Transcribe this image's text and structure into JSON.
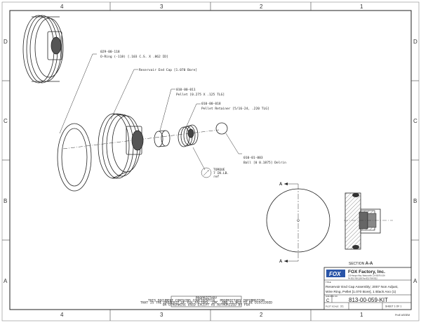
{
  "zones": {
    "columns": [
      "4",
      "3",
      "2",
      "1"
    ],
    "rows": [
      "D",
      "C",
      "B",
      "A"
    ]
  },
  "callouts": [
    {
      "part": "029-00-118",
      "desc": "O-Ring (-118) [.103 C.S. X .862 ID]"
    },
    {
      "part": "",
      "desc": "Reservoir End Cap [1.070 Bore]"
    },
    {
      "part": "010-00-011",
      "desc": "Pellet [0.275 X .125 TLG]"
    },
    {
      "part": "010-00-018",
      "desc": "Pellet Retainer [5/16-24, .220 TLG]"
    },
    {
      "part": "010-01-003",
      "desc": "Ball [0 0.1875] Delrin"
    }
  ],
  "torque_note": {
    "line1": "TORQUE",
    "line2": "7 IN.LB.",
    "line3": "ref"
  },
  "section": {
    "marker": "A",
    "label_prefix": "SECTION ",
    "label_bold": "A-A"
  },
  "proprietary_note": {
    "title": "PROPRIETARY",
    "lines": [
      "THIS DOCUMENT CONTAINS CONFIDENTIAL, PROPRIETARY INFORMATION",
      "THAT IS THE PROPERTY OF FOX FACTORY, INC. AND IS NOT TO BE DISCLOSED",
      "OR OTHERWISE USED EXCEPT AS AUTHORIZED BY FOX"
    ]
  },
  "title_block": {
    "logo": "FOX",
    "company": "FOX Factory, Inc.",
    "address": "130 Hangar Way, Watsonville, CA 95076 USA",
    "phone": "Ph 831-768-1100 Fax 831-768-9312",
    "title_label": "TITLE",
    "title_line1": "Reservoir End Cap Assembly; 2007 Non Adjust,",
    "title_line2": "Wire Ring, Pellet [1.070 Bore], 1 Black Ano (1)",
    "size_label": "SIZE DWG NO.",
    "size": "C",
    "dwg_no": "813-00-059-KIT",
    "scale_label": "PLOT SCALE",
    "scale": "3:1",
    "sheet": "SHEET 1 OF 1",
    "software": "ProE ASSEM"
  }
}
